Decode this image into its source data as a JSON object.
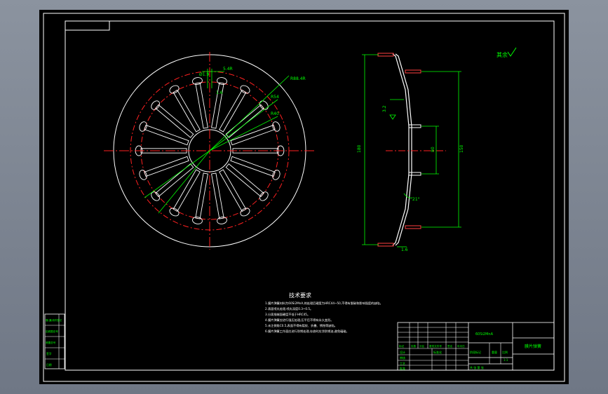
{
  "colors": {
    "background": "#000000",
    "frame": "#ffffff",
    "outline": "#ffffff",
    "centerline": "#ff2020",
    "dimension": "#00ff00",
    "text": "#00ff00",
    "chrome": "#7d8592"
  },
  "front_view": {
    "finger_count": 18,
    "outer_circle": "white",
    "pitch_circle": "red-dashed",
    "dims": {
      "top_width": "5.4R",
      "top_small": "1.6",
      "radial_1": "R88.4R",
      "radial_2": "R54",
      "radial_3": "R40",
      "diag": "Ø1.9"
    }
  },
  "side_view": {
    "dims": {
      "overall_height": "180",
      "right_height": "150",
      "hub_height": "80",
      "angle": "21°",
      "thickness": "3.2",
      "bottom_small": "1.6"
    }
  },
  "roughness": {
    "label": "其余"
  },
  "tech_requirements": {
    "title": "技术要求",
    "lines": [
      "1.膜片弹簧材料为60Si2MnA,热处理后硬度为HRC44~50,不得有脱碳和影响强度的缺陷。",
      "2.表面喷丸处理,喷丸深度0.3~0.5。",
      "3.分离指端面硬度不低于HRC45。",
      "4.膜片弹簧应进行强压处理,压平后不得有永久变形。",
      "5.未注倒角C0.5,表面不得有裂纹、折叠、锈蚀等缺陷。",
      "6.膜片弹簧工作面应进行防锈处理,存放时应涂防锈油,避免磕碰。"
    ]
  },
  "title_block": {
    "material": "60Si2MnA",
    "part_name": "膜片弹簧",
    "scale_label": "比例",
    "scale_value": "1:1",
    "weight_label": "重量",
    "sheet_label": "共  张  第  张",
    "rows": [
      "设计",
      "审核",
      "工艺",
      "批准"
    ],
    "header_cells": [
      "标记",
      "处数",
      "分区",
      "更改文件号",
      "签名",
      "年月日"
    ],
    "stage_label": "阶段标记",
    "std_label": "标准化"
  },
  "left_stamp": {
    "rows": [
      "借(通)用件登记",
      "旧底图总号",
      "底图总号",
      "签字",
      "日期"
    ]
  }
}
